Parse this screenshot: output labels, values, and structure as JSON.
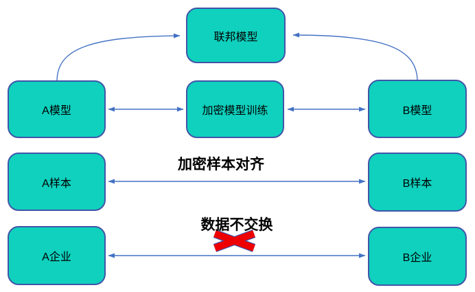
{
  "diagram": {
    "boxes": {
      "federated_model": "联邦模型",
      "a_model": "A模型",
      "encrypted_training": "加密模型训练",
      "b_model": "B模型",
      "a_sample": "A样本",
      "b_sample": "B样本",
      "a_enterprise": "A企业",
      "b_enterprise": "B企业"
    },
    "labels": {
      "sample_alignment": "加密样本对齐",
      "no_data_exchange": "数据不交换"
    },
    "colors": {
      "box_fill": "#0FD1BE",
      "box_border": "#4155A8",
      "arrow": "#4472C4",
      "cross": "#EE0000",
      "text": "#000000"
    },
    "edges": [
      {
        "from": "A模型",
        "to": "联邦模型",
        "type": "curved-arrow"
      },
      {
        "from": "B模型",
        "to": "联邦模型",
        "type": "curved-arrow"
      },
      {
        "from": "A模型",
        "to": "加密模型训练",
        "type": "double-arrow"
      },
      {
        "from": "加密模型训练",
        "to": "B模型",
        "type": "double-arrow"
      },
      {
        "from": "A样本",
        "to": "B样本",
        "type": "double-arrow",
        "label": "加密样本对齐"
      },
      {
        "from": "A企业",
        "to": "B企业",
        "type": "double-arrow-blocked",
        "label": "数据不交换"
      }
    ]
  }
}
